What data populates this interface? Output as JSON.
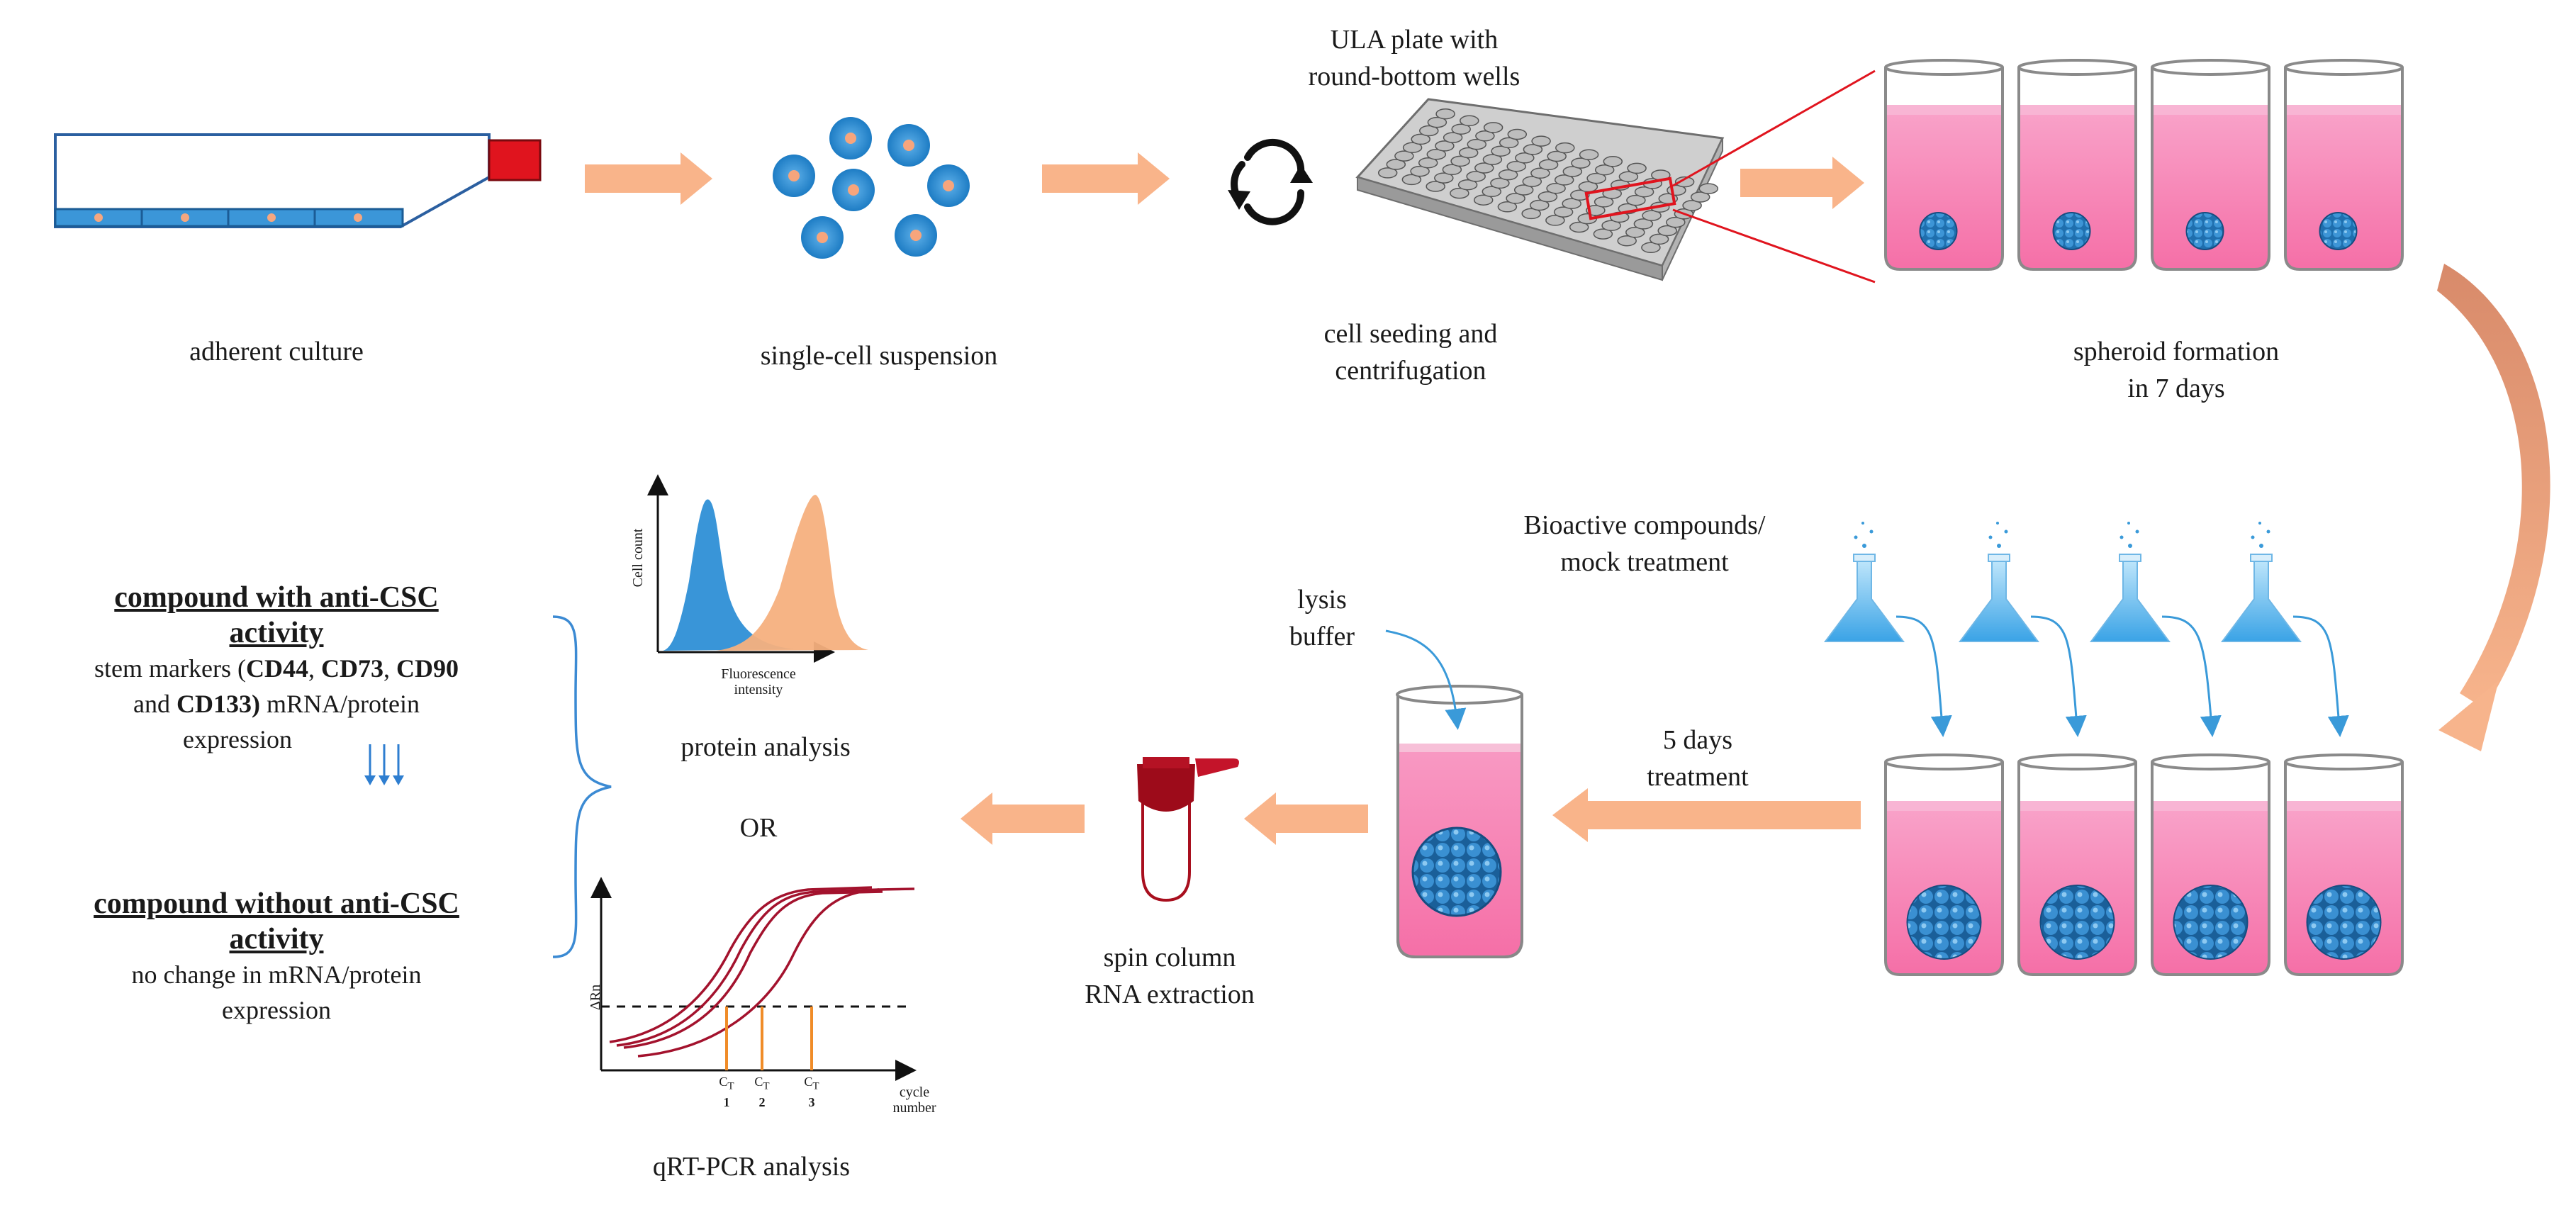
{
  "steps": {
    "adherent": "adherent culture",
    "suspension": "single-cell suspension",
    "ula_plate_line1": "ULA plate with",
    "ula_plate_line2": "round-bottom wells",
    "seeding_line1": "cell seeding and",
    "seeding_line2": "centrifugation",
    "spheroid_line1": "spheroid formation",
    "spheroid_line2": "in 7 days",
    "bioactive_line1": "Bioactive compounds/",
    "bioactive_line2": "mock treatment",
    "treatment_line1": "5 days",
    "treatment_line2": "treatment",
    "lysis_line1": "lysis",
    "lysis_line2": "buffer",
    "spin_line1": "spin column",
    "spin_line2": "RNA extraction",
    "protein": "protein analysis",
    "or": "OR",
    "qpcr": "qRT-PCR analysis"
  },
  "flow_plot": {
    "y_label": "Cell count",
    "x_label_line1": "Fluorescence",
    "x_label_line2": "intensity",
    "peak_colors": [
      "#2e8fd6",
      "#f5b07e"
    ]
  },
  "pcr_plot": {
    "y_label": "ΔRn",
    "x_label_line1": "cycle",
    "x_label_line2": "number",
    "ct_labels": [
      {
        "ct": "C",
        "sub": "T",
        "num": "1"
      },
      {
        "ct": "C",
        "sub": "T",
        "num": "2"
      },
      {
        "ct": "C",
        "sub": "T",
        "num": "3"
      }
    ]
  },
  "outcomes": {
    "with": {
      "title_line1": "compound with anti-CSC",
      "title_line2": "activity",
      "text_line1_pre": "stem markers  (",
      "marker_a": "CD44",
      "sep_a": ", ",
      "marker_b": "CD73",
      "sep_b": ", ",
      "marker_c": "CD90",
      "text_line2_pre": "and ",
      "marker_d": "CD133)",
      "text_line2_post": "  mRNA/protein",
      "text_line3": "expression"
    },
    "without": {
      "title_line1": "compound without anti-CSC",
      "title_line2": "activity",
      "text_line1": "no change in mRNA/protein",
      "text_line2": "expression"
    }
  },
  "colors": {
    "flow_arrow": "#f9b48a",
    "cell_blue": "#2e8fd6",
    "medium_pink": "#f57aae",
    "flask_red": "#e0141e",
    "tube_red": "#b01020",
    "curve_red": "#a3122d",
    "ct_orange": "#f08c28",
    "arrow_blue": "#3a9ad9"
  }
}
